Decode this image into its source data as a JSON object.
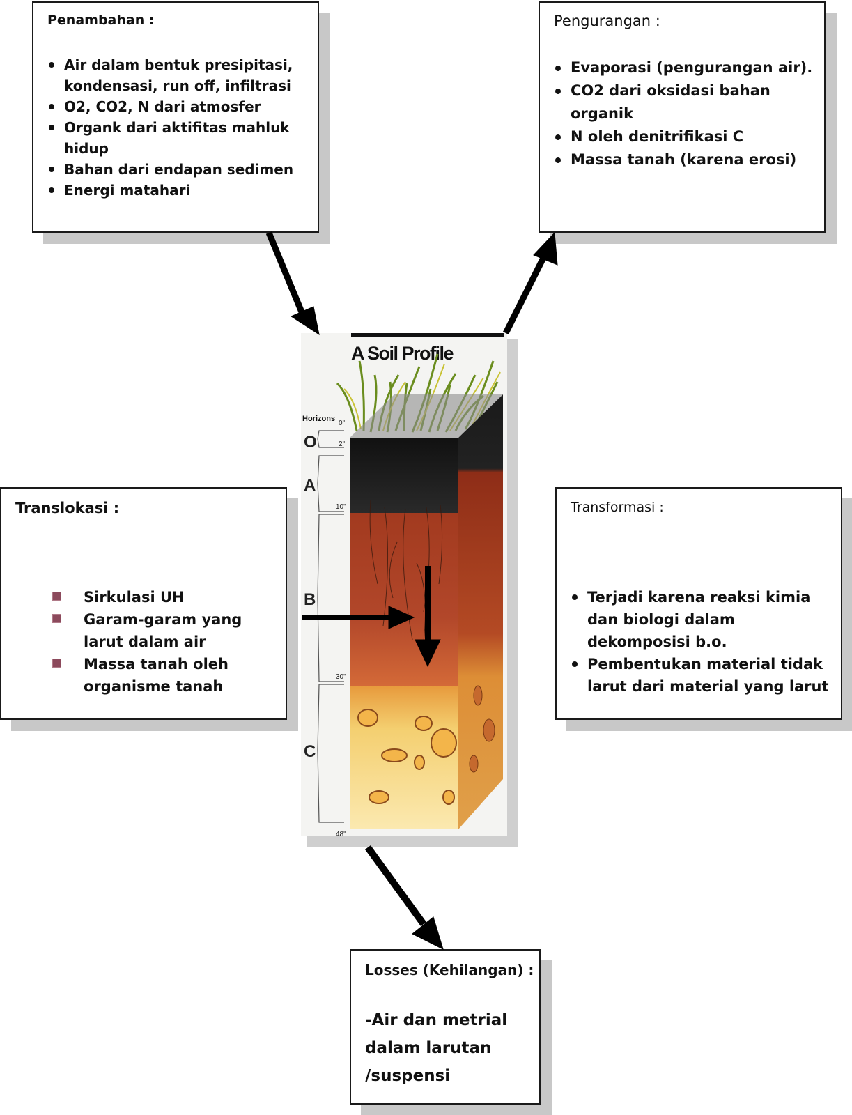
{
  "penambahan": {
    "title": "Penambahan :",
    "items": [
      "Air dalam bentuk presipitasi, kondensasi, run off, infiltrasi",
      "O2, CO2, N dari atmosfer",
      "Organk dari aktifitas mahluk hidup",
      "Bahan dari endapan sedimen",
      "Energi matahari"
    ]
  },
  "pengurangan": {
    "title": "Pengurangan  :",
    "items": [
      "Evaporasi (pengurangan air).",
      "CO2 dari oksidasi bahan organik",
      "N oleh denitrifikasi C",
      "Massa tanah (karena erosi)"
    ]
  },
  "translokasi": {
    "title": "Translokasi  :",
    "items": [
      "Sirkulasi UH",
      "Garam-garam yang larut dalam air",
      "Massa tanah oleh organisme tanah"
    ]
  },
  "transformasi": {
    "title": "Transformasi :",
    "items": [
      "Terjadi karena reaksi kimia dan biologi dalam dekomposisi b.o.",
      "Pembentukan material tidak larut dari material yang larut"
    ]
  },
  "losses": {
    "title": "Losses (Kehilangan) :",
    "body": "-Air dan metrial dalam larutan /suspensi"
  },
  "soil_profile": {
    "title": "A Soil Profile",
    "horizons_label": "Horizons",
    "horizons": [
      "O",
      "A",
      "B",
      "C"
    ],
    "depths": [
      "0\"",
      "2\"",
      "10\"",
      "30\"",
      "48\""
    ]
  },
  "colors": {
    "border": "#1a1a1a",
    "shadow": "#c8c8c8",
    "square_bullet": "#8c4a5c",
    "arrow": "#000000"
  }
}
